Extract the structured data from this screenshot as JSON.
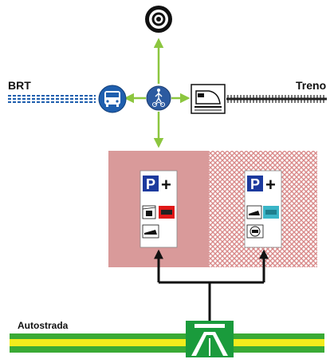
{
  "labels": {
    "brt": "BRT",
    "treno": "Treno",
    "autostrada": "Autostrada",
    "parking_letter": "P",
    "plus": "+"
  },
  "colors": {
    "green_arrow": "#8cc63f",
    "brt_blue": "#1f5fae",
    "hub_blue": "#2c5aa0",
    "zone_left": "#d99a9a",
    "zone_right_hatch": "#d98a8a",
    "parking_blue": "#1c3a9e",
    "red_tag": "#e01818",
    "cyan_tag": "#3ab5c7",
    "motorway_green": "#3aaa35",
    "motorway_yellow": "#f2ec1c",
    "motorway_sign": "#1a9b3c"
  },
  "icons": {
    "top": "target-icon",
    "brt": "bus-icon",
    "hub": "pedestrian-bicycle-icon",
    "train": "train-icon",
    "left_card": [
      "parking-icon",
      "cable-car-icon",
      "bus-tag-icon",
      "train-platform-icon"
    ],
    "right_card": [
      "parking-icon",
      "train-platform-icon",
      "bus-tag-icon",
      "car-icon"
    ],
    "motorway": "motorway-sign-icon"
  }
}
